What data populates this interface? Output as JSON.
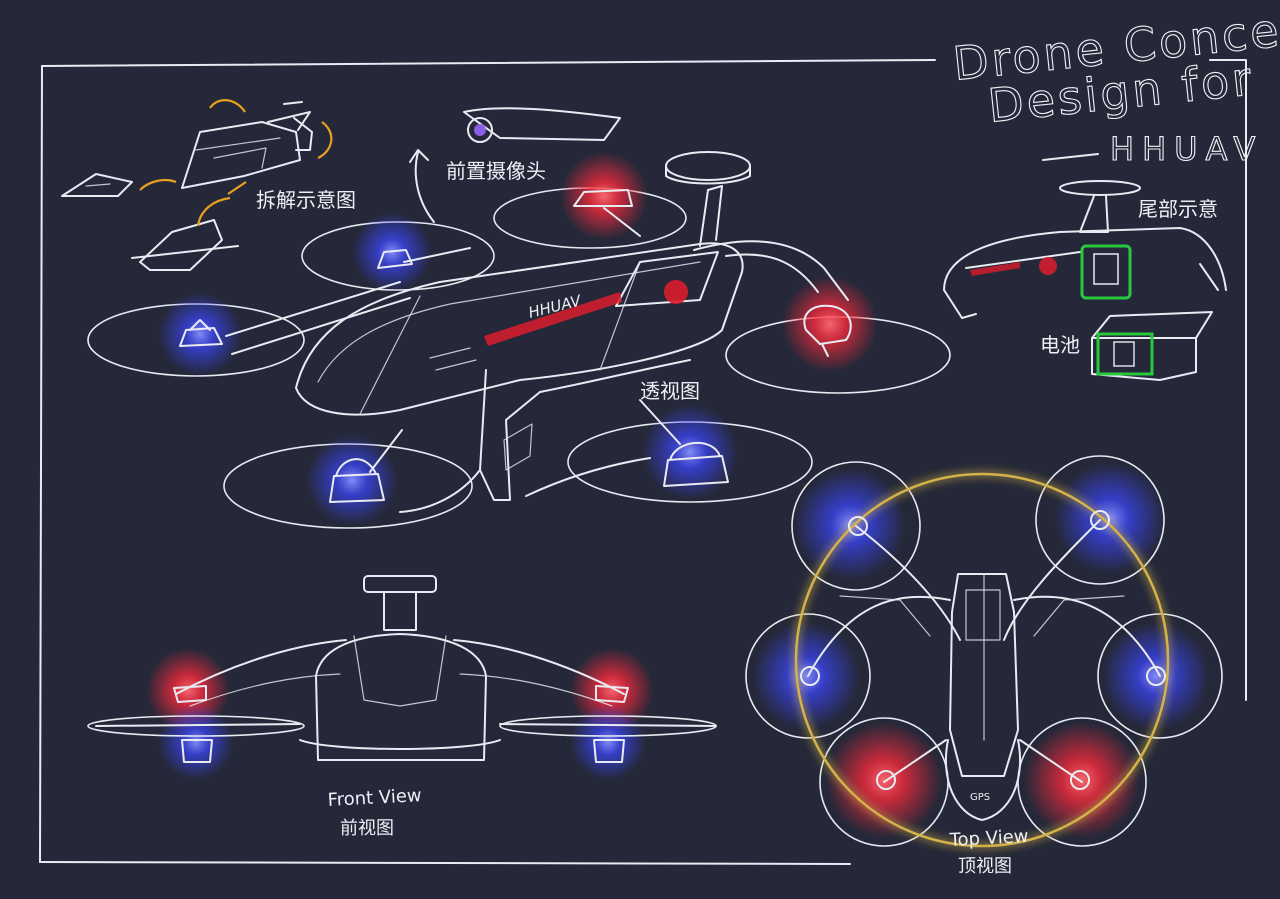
{
  "title": {
    "line1": "Drone Concept",
    "line2": "Design for",
    "brand": "HHUAV"
  },
  "labels": {
    "exploded": "拆解示意图",
    "front_camera": "前置摄像头",
    "perspective": "透视图",
    "tail": "尾部示意",
    "battery": "电池",
    "front_view_en": "Front View",
    "front_view_cn": "前视图",
    "top_view_en": "Top View",
    "top_view_cn": "顶视图",
    "body_brand": "HHUAV",
    "gps": "GPS"
  },
  "colors": {
    "background": "#252838",
    "line": "#e9ebf2",
    "red_glow": "#ff2a3c",
    "blue_glow": "#3b47ff",
    "accent_red": "#d91c2c",
    "green_panel": "#27c93f",
    "gold_ring": "#d4b24a",
    "orange_arrow": "#e8a021"
  }
}
